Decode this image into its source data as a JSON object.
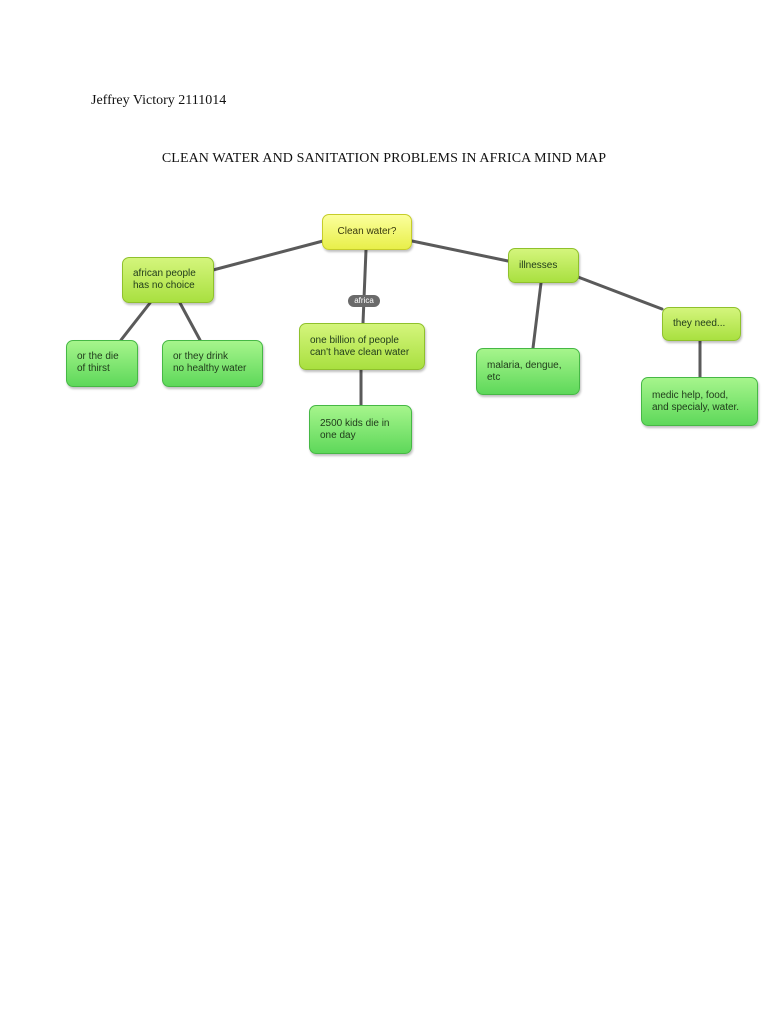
{
  "header": {
    "author": "Jeffrey Victory 2111014",
    "title": "CLEAN WATER AND SANITATION PROBLEMS IN AFRICA MIND MAP"
  },
  "mind_map": {
    "center": "Clean water?",
    "edge_label": "africa",
    "nodes": {
      "african_people": "african people\nhas no choice",
      "die_of_thirst": "or the die\nof thirst",
      "drink_unhealthy": "or they drink\nno healthy water",
      "one_billion": "one billion of people\ncan't have clean water",
      "kids_die": "2500 kids die in\none day",
      "illnesses": "illnesses",
      "diseases": "malaria, dengue,\netc",
      "they_need": "they need...",
      "needs_detail": "medic help, food,\nand specialy, water."
    },
    "colors": {
      "center": "#f0f560",
      "level1": "#bfe95a",
      "level2": "#7ae36a",
      "connector": "#5a5a5a"
    }
  }
}
